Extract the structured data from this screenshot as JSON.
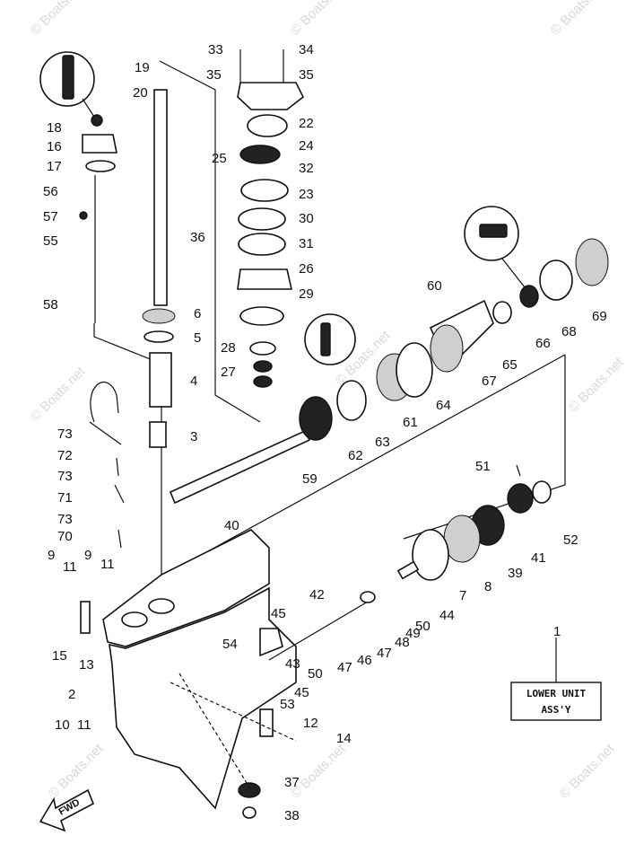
{
  "watermark": "© Boats.net",
  "title_box": {
    "line1": "LOWER UNIT",
    "line2": "ASS'Y",
    "ref": "1"
  },
  "fwd_label": "FWD",
  "callouts": [
    {
      "id": "c33",
      "text": "33"
    },
    {
      "id": "c34",
      "text": "34"
    },
    {
      "id": "c35a",
      "text": "35"
    },
    {
      "id": "c35b",
      "text": "35"
    },
    {
      "id": "c19",
      "text": "19"
    },
    {
      "id": "c20",
      "text": "20"
    },
    {
      "id": "c18",
      "text": "18"
    },
    {
      "id": "c16",
      "text": "16"
    },
    {
      "id": "c17",
      "text": "17"
    },
    {
      "id": "c56",
      "text": "56"
    },
    {
      "id": "c57",
      "text": "57"
    },
    {
      "id": "c55",
      "text": "55"
    },
    {
      "id": "c58",
      "text": "58"
    },
    {
      "id": "c22",
      "text": "22"
    },
    {
      "id": "c24",
      "text": "24"
    },
    {
      "id": "c25",
      "text": "25"
    },
    {
      "id": "c32",
      "text": "32"
    },
    {
      "id": "c23",
      "text": "23"
    },
    {
      "id": "c30",
      "text": "30"
    },
    {
      "id": "c36",
      "text": "36"
    },
    {
      "id": "c31",
      "text": "31"
    },
    {
      "id": "c26",
      "text": "26"
    },
    {
      "id": "c29",
      "text": "29"
    },
    {
      "id": "c6",
      "text": "6"
    },
    {
      "id": "c5",
      "text": "5"
    },
    {
      "id": "c28",
      "text": "28"
    },
    {
      "id": "c27",
      "text": "27"
    },
    {
      "id": "c4",
      "text": "4"
    },
    {
      "id": "c3",
      "text": "3"
    },
    {
      "id": "c60",
      "text": "60"
    },
    {
      "id": "c65",
      "text": "65"
    },
    {
      "id": "c66",
      "text": "66"
    },
    {
      "id": "c68",
      "text": "68"
    },
    {
      "id": "c69",
      "text": "69"
    },
    {
      "id": "c67",
      "text": "67"
    },
    {
      "id": "c64",
      "text": "64"
    },
    {
      "id": "c61",
      "text": "61"
    },
    {
      "id": "c63",
      "text": "63"
    },
    {
      "id": "c62",
      "text": "62"
    },
    {
      "id": "c59",
      "text": "59"
    },
    {
      "id": "c73a",
      "text": "73"
    },
    {
      "id": "c72",
      "text": "72"
    },
    {
      "id": "c73b",
      "text": "73"
    },
    {
      "id": "c71",
      "text": "71"
    },
    {
      "id": "c73c",
      "text": "73"
    },
    {
      "id": "c70",
      "text": "70"
    },
    {
      "id": "c40",
      "text": "40"
    },
    {
      "id": "c51",
      "text": "51"
    },
    {
      "id": "c52",
      "text": "52"
    },
    {
      "id": "c41",
      "text": "41"
    },
    {
      "id": "c39",
      "text": "39"
    },
    {
      "id": "c8",
      "text": "8"
    },
    {
      "id": "c7",
      "text": "7"
    },
    {
      "id": "c44",
      "text": "44"
    },
    {
      "id": "c9a",
      "text": "9"
    },
    {
      "id": "c11a",
      "text": "11"
    },
    {
      "id": "c9b",
      "text": "9"
    },
    {
      "id": "c11b",
      "text": "11"
    },
    {
      "id": "c15",
      "text": "15"
    },
    {
      "id": "c13",
      "text": "13"
    },
    {
      "id": "c42",
      "text": "42"
    },
    {
      "id": "c45a",
      "text": "45"
    },
    {
      "id": "c54",
      "text": "54"
    },
    {
      "id": "c50a",
      "text": "50"
    },
    {
      "id": "c47a",
      "text": "47"
    },
    {
      "id": "c46",
      "text": "46"
    },
    {
      "id": "c47b",
      "text": "47"
    },
    {
      "id": "c48",
      "text": "48"
    },
    {
      "id": "c49",
      "text": "49"
    },
    {
      "id": "c50b",
      "text": "50"
    },
    {
      "id": "c43",
      "text": "43"
    },
    {
      "id": "c45b",
      "text": "45"
    },
    {
      "id": "c53",
      "text": "53"
    },
    {
      "id": "c2",
      "text": "2"
    },
    {
      "id": "c12",
      "text": "12"
    },
    {
      "id": "c10",
      "text": "10"
    },
    {
      "id": "c11c",
      "text": "11"
    },
    {
      "id": "c14",
      "text": "14"
    },
    {
      "id": "c37",
      "text": "37"
    },
    {
      "id": "c38",
      "text": "38"
    }
  ]
}
